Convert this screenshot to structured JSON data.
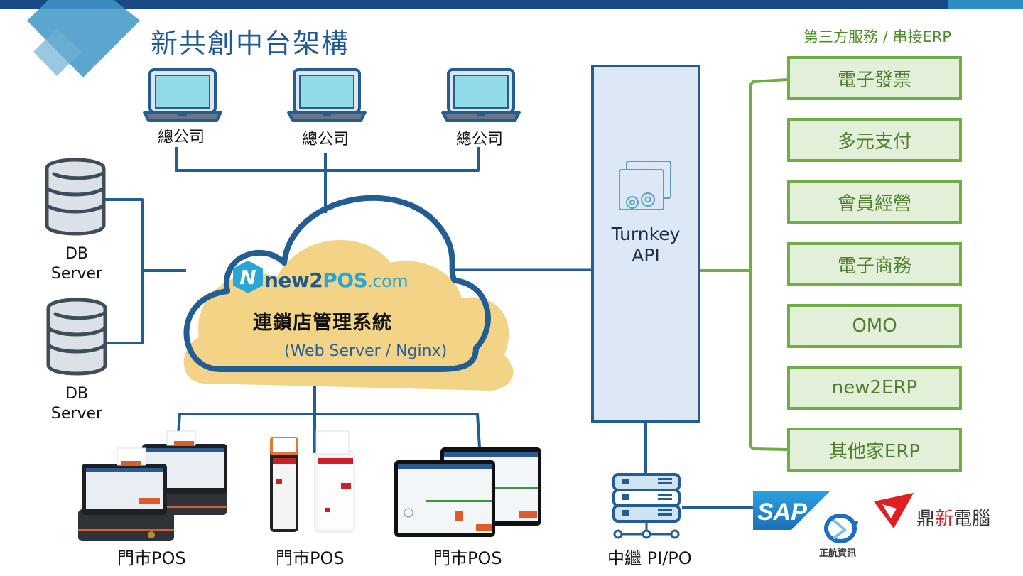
{
  "header": {
    "title": "新共創中台架構"
  },
  "colors": {
    "primary_blue": "#225d94",
    "title_blue": "#1e5a96",
    "green_accent": "#70ad47",
    "green_fill": "#e3f0d9",
    "cloud_fill": "#f3d386",
    "turnkey_fill": "#dce8f5"
  },
  "headquarters": [
    {
      "label": "總公司",
      "icon": "laptop-icon"
    },
    {
      "label": "總公司",
      "icon": "laptop-icon"
    },
    {
      "label": "總公司",
      "icon": "laptop-icon"
    }
  ],
  "db_servers": [
    {
      "line1": "DB",
      "line2": "Server",
      "icon": "database-icon"
    },
    {
      "line1": "DB",
      "line2": "Server",
      "icon": "database-icon"
    }
  ],
  "cloud": {
    "logo_letter": "N",
    "logo_new": "new2",
    "logo_pos": "POS",
    "logo_com": ".com",
    "system_name": "連鎖店管理系統",
    "subtitle": "(Web Server / Nginx)"
  },
  "turnkey": {
    "line1": "Turnkey",
    "line2": "API",
    "icon": "api-settings-icon"
  },
  "third_party": {
    "header": "第三方服務 / 串接ERP",
    "items": [
      "電子發票",
      "多元支付",
      "會員經營",
      "電子商務",
      "OMO",
      "new2ERP",
      "其他家ERP"
    ]
  },
  "pos_devices": [
    {
      "label": "門市POS",
      "type": "desktop-pos"
    },
    {
      "label": "門市POS",
      "type": "handheld-pos"
    },
    {
      "label": "門市POS",
      "type": "tablet-pos"
    }
  ],
  "relay": {
    "label": "中繼 PI/PO",
    "icon": "server-rack-icon"
  },
  "partners": {
    "sap": "SAP",
    "zhenghang": "正航資訊",
    "dingxin_1": "鼎",
    "dingxin_2": "新",
    "dingxin_3": "電腦"
  }
}
